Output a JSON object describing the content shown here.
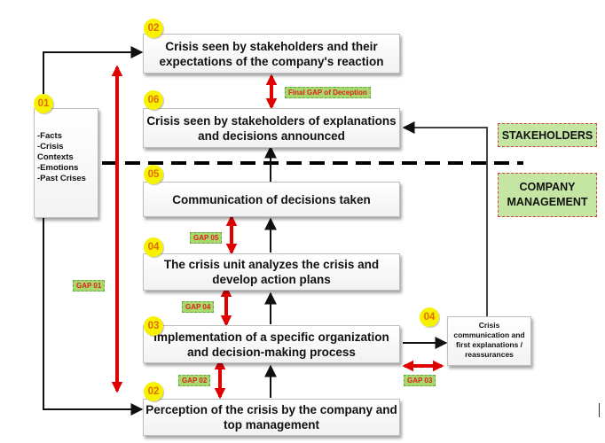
{
  "steps": {
    "s02a": {
      "num": "02",
      "line1": "Crisis seen by stakeholders and their",
      "line2": "expectations of the company's reaction"
    },
    "s06": {
      "num": "06",
      "line1": "Crisis seen by stakeholders of explanations",
      "line2": "and decisions announced"
    },
    "s05": {
      "num": "05",
      "line1": "Communication of decisions taken"
    },
    "s04": {
      "num": "04",
      "line1": "The crisis unit analyzes the crisis and",
      "line2": "develop action plans"
    },
    "s03": {
      "num": "03",
      "line1": "Implementation of a specific organization",
      "line2": "and decision-making process"
    },
    "s02b": {
      "num": "02",
      "line1": "Perception of the crisis by the company and",
      "line2": "top management"
    }
  },
  "inputs": {
    "num": "01",
    "items": [
      "-Facts",
      "-Crisis",
      "Contexts",
      "-Emotions",
      "-Past Crises"
    ]
  },
  "communication": {
    "num": "04",
    "lines": [
      "Crisis",
      "communication and",
      "first explanations /",
      "reassurances"
    ]
  },
  "gaps": {
    "final": "Final GAP of Deception",
    "gap05": "GAP 05",
    "gap04": "GAP 04",
    "gap02": "GAP 02",
    "gap03": "GAP 03",
    "gap01": "GAP 01"
  },
  "zones": {
    "stakeholders": "STAKEHOLDERS",
    "company_line1": "COMPANY",
    "company_line2": "MANAGEMENT"
  },
  "colors": {
    "badge": "#f7f300",
    "badge_text": "#e36c09",
    "gap_fill": "#a6d96a",
    "gap_text": "#e02020",
    "gap_arrow": "#e00000",
    "zone_fill": "#c5e6a3"
  }
}
